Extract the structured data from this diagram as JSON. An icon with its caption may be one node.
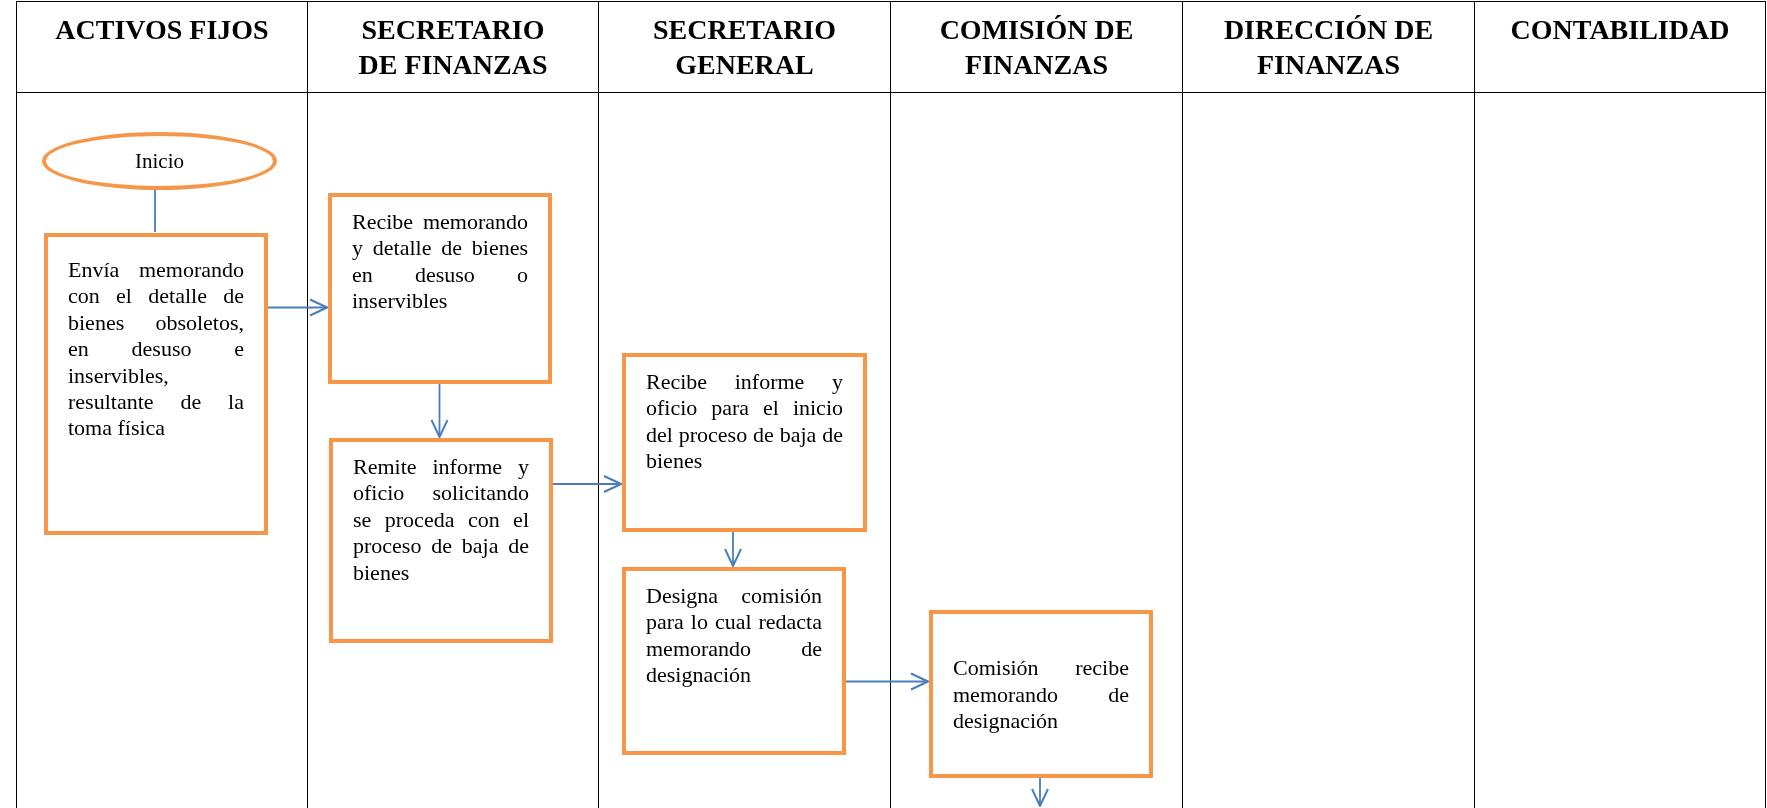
{
  "diagram": {
    "nodes": [
      {
        "text": [
          "ACTIVOS FIJOS"
        ]
      },
      {
        "text": [
          "SECRETARIO DE FINANZAS"
        ]
      },
      {
        "text": [
          "SECRETARIO GENERAL"
        ]
      },
      {
        "text": [
          "COMISIÓN DE FINANZAS"
        ]
      },
      {
        "text": [
          "DIRECCIÓN DE FINANZAS"
        ]
      },
      {
        "text": [
          "CONTABILIDAD"
        ]
      },
      {
        "text": [
          "Inicio"
        ],
        "in": 0
      },
      {
        "text": [
          "Envía memorando con el detalle de bienes obsoletos, en desuso e inservibles, resultante de la toma física"
        ],
        "in": 0
      },
      {
        "text": [
          "Recibe memorando y detalle de bienes en desuso o inservibles"
        ],
        "in": 1
      },
      {
        "text": [
          "Remite informe y oficio solicitando se proceda con el proceso de baja de bienes"
        ],
        "in": 1
      },
      {
        "text": [
          "Recibe informe y oficio para el inicio del proceso de baja de bienes"
        ],
        "in": 2
      },
      {
        "text": [
          "Designa comisión para lo cual redacta memorando de designación"
        ],
        "in": 2
      },
      {
        "text": [
          "Comisión recibe memorando de designación"
        ],
        "in": 3
      }
    ],
    "edges": [
      {
        "from": 6,
        "to": 7,
        "arrow": "none"
      },
      {
        "from": 7,
        "to": 8,
        "arrow": "to"
      },
      {
        "from": 8,
        "to": 9,
        "arrow": "to"
      },
      {
        "from": 9,
        "to": 10,
        "arrow": "to"
      },
      {
        "from": 10,
        "to": 11,
        "arrow": "to"
      },
      {
        "from": 11,
        "to": 12,
        "arrow": "to"
      },
      {
        "from": 12,
        "to": null,
        "arrow": "to"
      }
    ]
  }
}
